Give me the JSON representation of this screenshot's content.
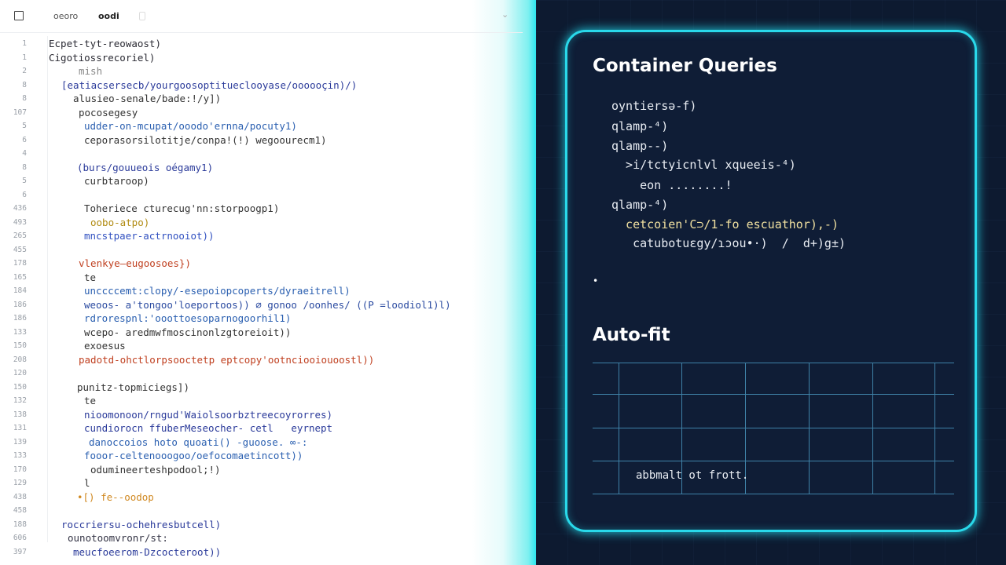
{
  "toolbar": {
    "tab1": "oeoro",
    "tab2": "oodi"
  },
  "editor": {
    "line_numbers": [
      "1",
      "1",
      "2",
      "8",
      "8",
      "107",
      "5",
      "6",
      "4",
      "8",
      "5",
      "6",
      "436",
      "493",
      "265",
      "455",
      "178",
      "165",
      "184",
      "186",
      "186",
      "133",
      "150",
      "208",
      "120",
      "150",
      "132",
      "138",
      "131",
      "139",
      "133",
      "170",
      "129",
      "438",
      "458",
      "188",
      "606",
      "397"
    ],
    "lines": [
      "Ecpet-tyt-reowaost)",
      "Cigotiossrecoriel)",
      "mish",
      "[eatiacsersecb/yourgoosoptitueclooyase/oooooçin)/)",
      "alusieo-senale/bade:!/y])",
      "pocosegesy",
      "udder-on-mcupat/ooodo'ernna/pocuty1)",
      "ceporasorsilotitje/conpa!(!) wegoourecm1)",
      "",
      "(burs/gouueois oégamy1)",
      "curbtaroop)",
      "",
      "Toheriece cturecug'nn:storpoogp1)",
      "oobo-atpo)",
      "mncstpaer-actrnooiot))",
      "",
      "vlenkye—eugoosoes})",
      "te",
      "unccccemt:clopy/-esepoiopcoperts/dyraeitrell)",
      "weoos- a'tongoo'loeportoos)) ⌀ gonoo /oonhes/ ((P =loodiol1)l)",
      "rdrorespnl:'ooottoesoparnogoorhil1)",
      "wcepo- aredmwfmoscinonlzgtoreioit))",
      "exoesus",
      "padotd-ohctlorpsooctetp eptcopy'ootnciooiouoostl))",
      "",
      "punitz-topmiciegs])",
      "te",
      "nioomonoon/rngud'Waiolsoorbztreecoyrorres)",
      "cundiorocn ffuberMeseocher- cetl   eyrnept",
      "danoccoios hoto quoati() -guoose. ∞-:",
      "fooor-celtenooogoo/oefocomaetincott))",
      "odumineerteshpodool;!)",
      "l",
      "•[) fe--oodop",
      "",
      "roccriersu-ochehresbutcell)",
      "ounotoomvronr/st:",
      "meucfoeerom-Dzcocteroot))",
      ""
    ]
  },
  "panel": {
    "title": "Container Queries",
    "code": [
      "oyntiersə-f)",
      "qlamp-⁴)",
      "qlamp--)",
      "  >i/tctyicnlvl xqueeis-⁴)",
      "    eon ........!",
      "qlamp-⁴)",
      "  cetcoien'C⊃/1-fo escuathor),-)",
      "   catubotuɛgy/ɿɔou•·)  /  d+)g±)"
    ],
    "bullet": "•",
    "section2": "Auto-fit",
    "grid_label": "abbmalt ot frott."
  },
  "colors": {
    "accent": "#29d9ea",
    "panel_bg": "#0f1d36"
  }
}
